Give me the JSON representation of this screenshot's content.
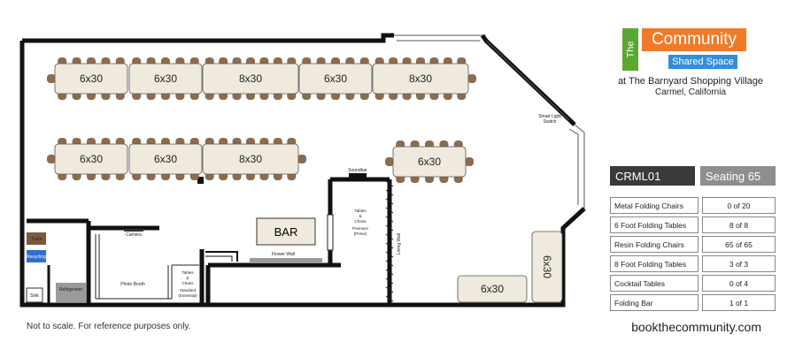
{
  "plan": {
    "tables": [
      {
        "id": "r1t1",
        "label": "6x30"
      },
      {
        "id": "r1t2",
        "label": "6x30"
      },
      {
        "id": "r1t3",
        "label": "8x30"
      },
      {
        "id": "r1t4",
        "label": "6x30"
      },
      {
        "id": "r1t5",
        "label": "8x30"
      },
      {
        "id": "r2t1",
        "label": "6x30"
      },
      {
        "id": "r2t2",
        "label": "6x30"
      },
      {
        "id": "r2t3",
        "label": "8x30"
      },
      {
        "id": "r2t4",
        "label": "6x30"
      },
      {
        "id": "br1",
        "label": "6x30"
      },
      {
        "id": "br2",
        "label": "6x30"
      }
    ],
    "bar_label": "BAR",
    "labels": {
      "camera": "Camera",
      "photo_booth": "Photo Booth",
      "flower_wall": "Flower Wall",
      "living_wall": "Living Wall",
      "soundbar": "Soundbar",
      "smart_light_1": "Smart Light",
      "smart_light_2": "Switch",
      "trash": "Trash",
      "recycling": "Recycling",
      "sink": "Sink",
      "refrigerator": "Refrigerator",
      "standard_1": "Tables",
      "standard_2": "&",
      "standard_3": "Chairs",
      "standard_4": "Standard",
      "standard_5": "(Essential)",
      "premium_1": "Tables",
      "premium_2": "&",
      "premium_3": "Chairs",
      "premium_4": "Premium",
      "premium_5": "(Prime)"
    }
  },
  "brand": {
    "the": "The",
    "community": "Community",
    "shared_space": "Shared Space",
    "venue_line1": "at The Barnyard Shopping Village",
    "venue_line2": "Carmel, California",
    "website": "bookthecommunity.com"
  },
  "room": {
    "code": "CRML01",
    "seating": "Seating 65"
  },
  "inventory": [
    {
      "item": "Metal Folding Chairs",
      "value": "0 of 20"
    },
    {
      "item": "6 Foot Folding Tables",
      "value": "8 of 8"
    },
    {
      "item": "Resin Folding Chairs",
      "value": "65 of 65"
    },
    {
      "item": "8 Foot Folding Tables",
      "value": "3 of 3"
    },
    {
      "item": "Cocktail Tables",
      "value": "0 of 4"
    },
    {
      "item": "Folding Bar",
      "value": "1 of 1"
    }
  ],
  "note": "Not to scale. For reference purposes only.",
  "colors": {
    "chair": "#8b6c4f",
    "table": "#efeadd",
    "wall": "#111111",
    "brand_green": "#5aa832",
    "brand_orange": "#ef7b2a",
    "brand_blue": "#2f8fd8"
  }
}
